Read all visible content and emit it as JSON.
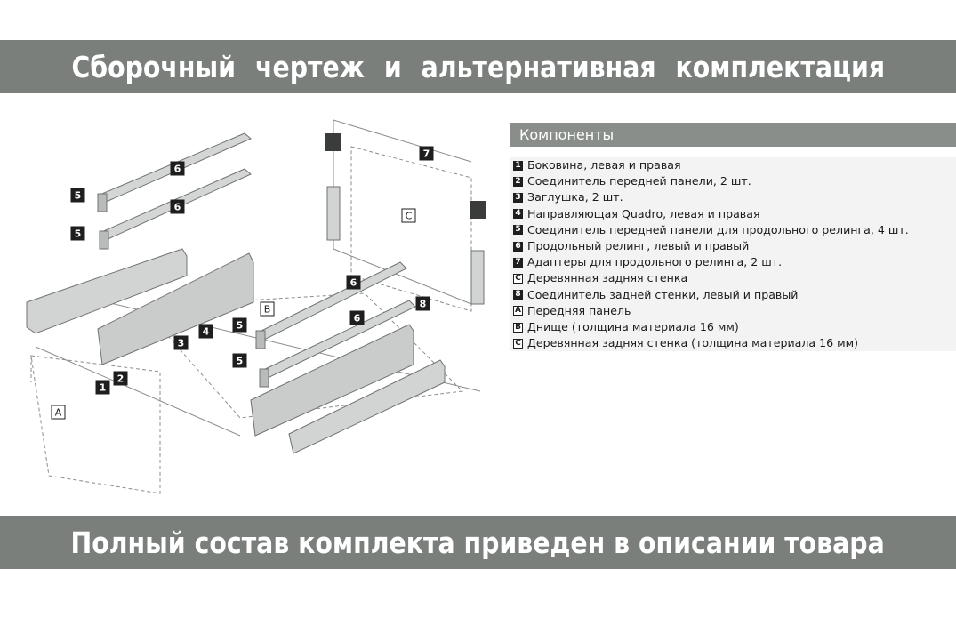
{
  "banners": {
    "top": "Сборочный чертеж и альтернативная комплектация",
    "bottom": "Полный состав комплекта приведен в описании товара"
  },
  "legend": {
    "title": "Компоненты",
    "items": [
      {
        "marker": "1",
        "style": "number",
        "text": "Боковина, левая и правая"
      },
      {
        "marker": "2",
        "style": "number",
        "text": "Соединитель передней панели, 2 шт."
      },
      {
        "marker": "3",
        "style": "number",
        "text": "Заглушка, 2 шт."
      },
      {
        "marker": "4",
        "style": "number",
        "text": "Направляющая Quadro, левая и правая"
      },
      {
        "marker": "5",
        "style": "number",
        "text": "Соединитель передней панели для продольного релинга, 4 шт."
      },
      {
        "marker": "6",
        "style": "number",
        "text": "Продольный релинг, левый и правый"
      },
      {
        "marker": "7",
        "style": "number",
        "text": "Адаптеры для продольного релинга, 2 шт."
      },
      {
        "marker": "C",
        "style": "letter",
        "text": "Деревянная задняя стенка"
      },
      {
        "marker": "8",
        "style": "number",
        "text": "Соединитель задней стенки, левый и правый"
      },
      {
        "marker": "A",
        "style": "letter",
        "text": "Передняя панель"
      },
      {
        "marker": "B",
        "style": "letter",
        "text": "Днище (толщина материала 16 мм)"
      },
      {
        "marker": "C",
        "style": "letter",
        "text": "Деревянная задняя стенка (толщина материала 16 мм)"
      }
    ]
  },
  "drawing": {
    "labels": {
      "n1": "1",
      "n2": "2",
      "n3": "3",
      "n4": "4",
      "n5a": "5",
      "n5b": "5",
      "n5c": "5",
      "n5d": "5",
      "n6a": "6",
      "n6b": "6",
      "n6c": "6",
      "n6d": "6",
      "n7": "7",
      "n8": "8",
      "la": "A",
      "lb": "B",
      "lc": "C"
    }
  },
  "colors": {
    "banner": "#7a7f7c",
    "legend_header": "#8a8e8b",
    "part_fill": "#c9ccca",
    "part_stroke": "#6f7370",
    "callout": "#1e1e1e"
  }
}
